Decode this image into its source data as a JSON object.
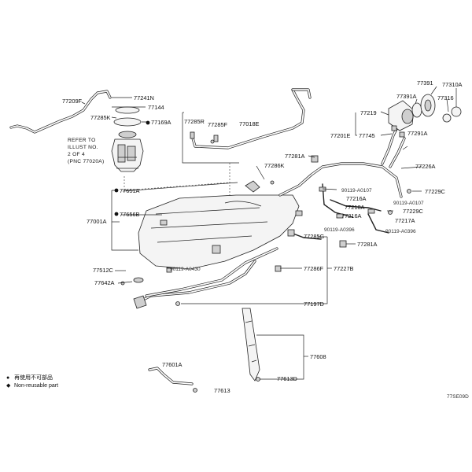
{
  "diagram": {
    "labels": {
      "p77209F": "77209F",
      "p77241N": "77241N",
      "p77144": "77144",
      "p77285K": "77285K",
      "p77169A": "77169A",
      "p77285R": "77285R",
      "p77285F": "77285F",
      "p77018E": "77018E",
      "p77391": "77391",
      "p77310A": "77310A",
      "p77391A": "77391A",
      "p77316": "77316",
      "p77219": "77219",
      "p77201E": "77201E",
      "p77745": "77745",
      "p77291A": "77291A",
      "p77281A_top": "77281A",
      "p77286K": "77286K",
      "p77226A": "77226A",
      "p77651A": "77651A",
      "p90119A0107a": "90119-A0107",
      "p77229C_a": "77229C",
      "p77216A_a": "77216A",
      "p90119A0107b": "90119-A0107",
      "p77218A": "77218A",
      "p77229C_b": "77229C",
      "p77001A": "77001A",
      "p77656B": "77656B",
      "p77216A_b": "77216A",
      "p77217A": "77217A",
      "p90119A0396a": "90119-A0396",
      "p90119A0396b": "90119-A0396",
      "p77285G": "77285G",
      "p77281A_mid": "77281A",
      "p77512C": "77512C",
      "p90119A0430": "90119-A0430",
      "p77286F": "77286F",
      "p77227B": "77227B",
      "p77642A": "77642A",
      "p77197D": "77197D",
      "p77608": "77608",
      "p77601A": "77601A",
      "p77613D": "77613D",
      "p77613": "77613"
    },
    "reference_note": [
      "REFER TO",
      "ILLUST NO.",
      "2 OF 4",
      "(PNC 77020A)"
    ],
    "legend": [
      {
        "symbol": "●",
        "text": "再使用不可部品"
      },
      {
        "symbol": "◆",
        "text": "Non-reusable part"
      }
    ],
    "illustration_code": "77SE09D"
  }
}
